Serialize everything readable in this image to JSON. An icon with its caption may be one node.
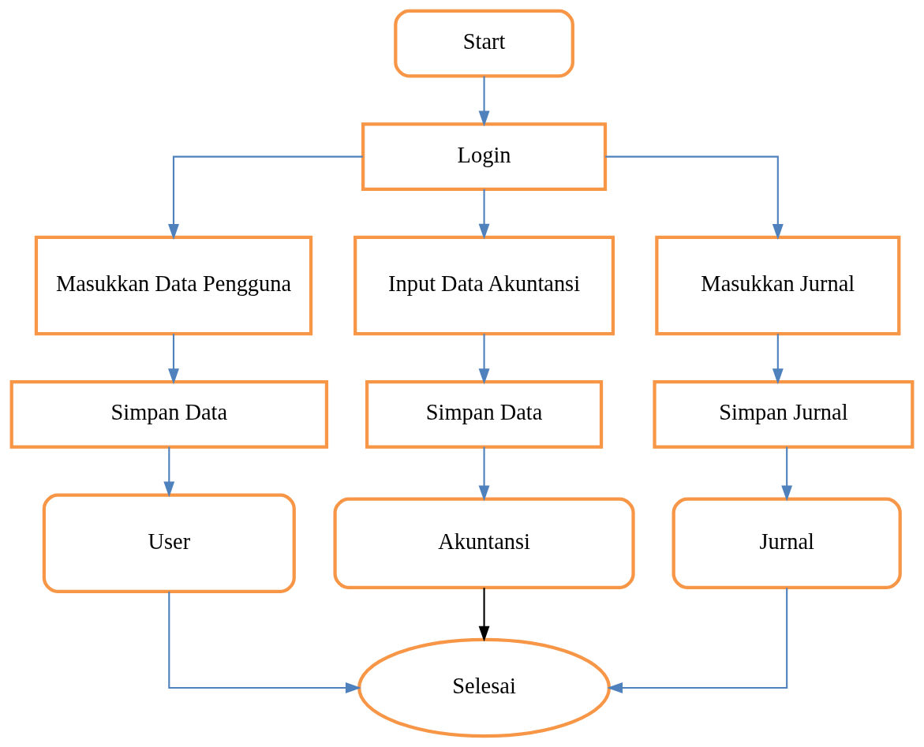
{
  "diagram": {
    "nodes": [
      {
        "text": [
          "Start"
        ]
      },
      {
        "text": [
          "Login"
        ]
      },
      {
        "text": [
          "Masukkan Data Pengguna"
        ]
      },
      {
        "text": [
          "Input Data Akuntansi"
        ]
      },
      {
        "text": [
          "Masukkan Jurnal"
        ]
      },
      {
        "text": [
          "Simpan Data"
        ]
      },
      {
        "text": [
          "Simpan Data"
        ]
      },
      {
        "text": [
          "Simpan Jurnal"
        ]
      },
      {
        "text": [
          "User"
        ]
      },
      {
        "text": [
          "Akuntansi"
        ]
      },
      {
        "text": [
          "Jurnal"
        ]
      },
      {
        "text": [
          "Selesai"
        ]
      }
    ],
    "edges": [
      {
        "from": 0,
        "to": 1,
        "arrow": "to"
      },
      {
        "from": 1,
        "to": 2,
        "arrow": "to"
      },
      {
        "from": 1,
        "to": 3,
        "arrow": "to"
      },
      {
        "from": 1,
        "to": 4,
        "arrow": "to"
      },
      {
        "from": 2,
        "to": 5,
        "arrow": "to"
      },
      {
        "from": 3,
        "to": 6,
        "arrow": "to"
      },
      {
        "from": 4,
        "to": 7,
        "arrow": "to"
      },
      {
        "from": 5,
        "to": 8,
        "arrow": "to"
      },
      {
        "from": 6,
        "to": 9,
        "arrow": "to"
      },
      {
        "from": 7,
        "to": 10,
        "arrow": "to"
      },
      {
        "from": 8,
        "to": 11,
        "arrow": "to"
      },
      {
        "from": 9,
        "to": 11,
        "arrow": "to",
        "color": "#000000"
      },
      {
        "from": 10,
        "to": 11,
        "arrow": "to"
      }
    ]
  }
}
